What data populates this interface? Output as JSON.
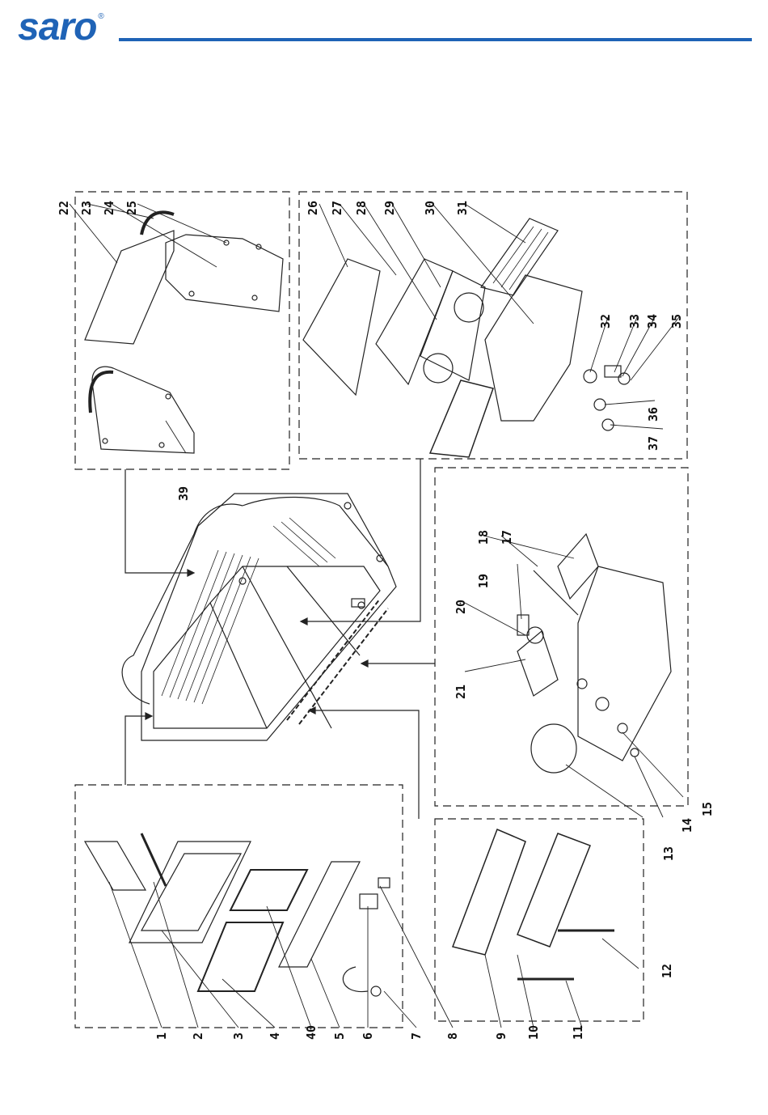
{
  "brand": {
    "name": "saro",
    "mark": "®"
  },
  "diagram": {
    "type": "exploded-parts-view",
    "part_numbers": [
      "1",
      "2",
      "3",
      "4",
      "40",
      "5",
      "6",
      "7",
      "8",
      "9",
      "10",
      "11",
      "12",
      "13",
      "14",
      "15",
      "17",
      "18",
      "19",
      "20",
      "21",
      "22",
      "23",
      "24",
      "25",
      "26",
      "27",
      "28",
      "29",
      "30",
      "31",
      "32",
      "33",
      "34",
      "35",
      "36",
      "37",
      "39"
    ]
  }
}
